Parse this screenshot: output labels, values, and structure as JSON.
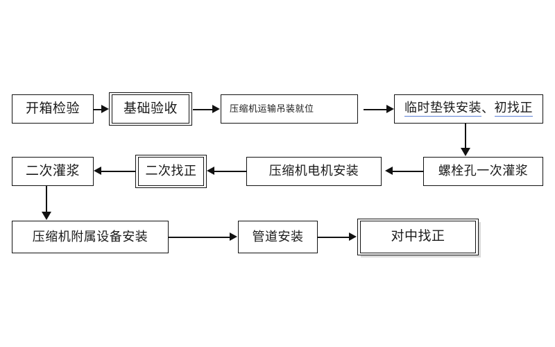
{
  "diagram": {
    "title": "",
    "type": "flowchart",
    "colors": {
      "stroke": "#111111",
      "background": "#ffffff",
      "link_underline": "#5b7fd4",
      "shadow": "#d9d9d9"
    },
    "nodes": [
      {
        "id": "n1",
        "label": "开箱检验",
        "row": 1,
        "style": "single"
      },
      {
        "id": "n2",
        "label": "基础验收",
        "row": 1,
        "style": "double"
      },
      {
        "id": "n3",
        "label": "压缩机运输吊装就位",
        "row": 1,
        "style": "single"
      },
      {
        "id": "n4a",
        "label": "临时垫铁安装",
        "row": 1,
        "style": "single-link"
      },
      {
        "id": "n4sep",
        "label": "、",
        "row": 1,
        "style": "separator"
      },
      {
        "id": "n4b",
        "label": "初找正",
        "row": 1,
        "style": "single-link"
      },
      {
        "id": "n5",
        "label": "螺栓孔一次灌浆",
        "row": 2,
        "style": "single"
      },
      {
        "id": "n6",
        "label": "压缩机电机安装",
        "row": 2,
        "style": "single"
      },
      {
        "id": "n7",
        "label": "二次找正",
        "row": 2,
        "style": "double"
      },
      {
        "id": "n8",
        "label": "二次灌浆",
        "row": 2,
        "style": "single"
      },
      {
        "id": "n9",
        "label": "压缩机附属设备安装",
        "row": 3,
        "style": "single"
      },
      {
        "id": "n10",
        "label": "管道安装",
        "row": 3,
        "style": "single"
      },
      {
        "id": "n11",
        "label": "对中找正",
        "row": 3,
        "style": "double-shadow"
      }
    ],
    "edges": [
      {
        "from": "n1",
        "to": "n2",
        "direction": "right"
      },
      {
        "from": "n2",
        "to": "n3",
        "direction": "right"
      },
      {
        "from": "n3",
        "to": "n4a",
        "direction": "right"
      },
      {
        "from": "n4b",
        "to": "n5",
        "direction": "down"
      },
      {
        "from": "n5",
        "to": "n6",
        "direction": "left"
      },
      {
        "from": "n6",
        "to": "n7",
        "direction": "left"
      },
      {
        "from": "n7",
        "to": "n8",
        "direction": "left"
      },
      {
        "from": "n8",
        "to": "n9",
        "direction": "down"
      },
      {
        "from": "n9",
        "to": "n10",
        "direction": "right"
      },
      {
        "from": "n10",
        "to": "n11",
        "direction": "right"
      }
    ]
  }
}
